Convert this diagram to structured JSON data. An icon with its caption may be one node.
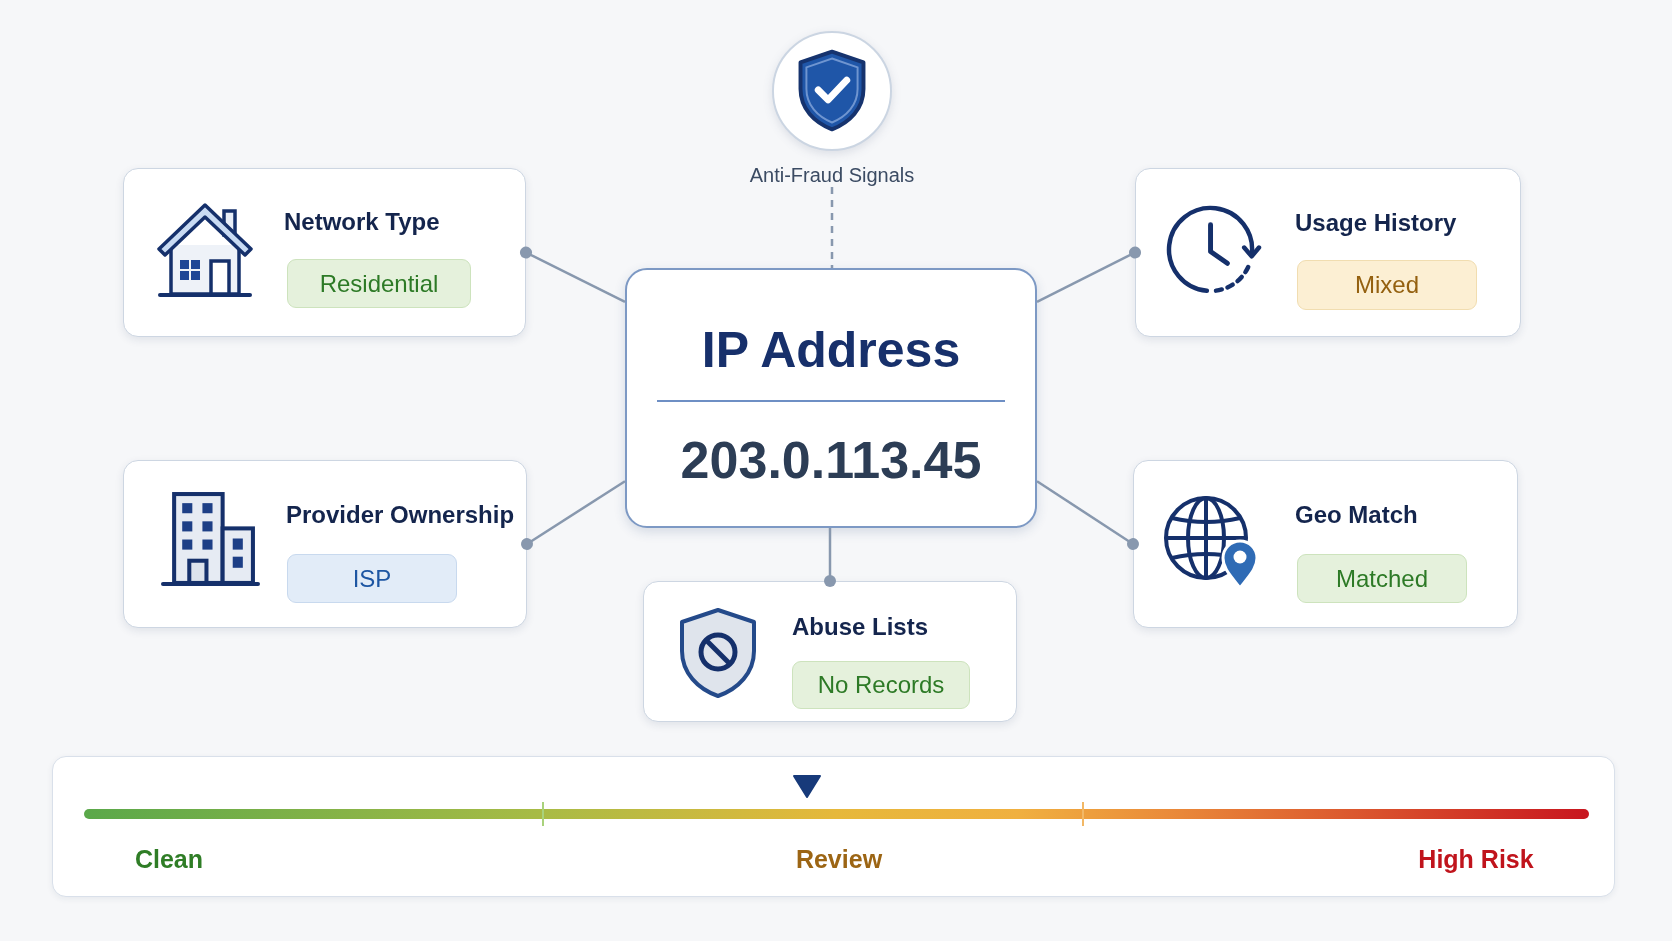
{
  "diagram": {
    "nodes": [
      {
        "text": [
          "Anti-Fraud Signals"
        ]
      },
      {
        "text": [
          "Network Type"
        ]
      },
      {
        "text": [
          "Residential"
        ],
        "in": 1
      },
      {
        "text": [
          "Usage History"
        ]
      },
      {
        "text": [
          "Mixed"
        ],
        "in": 3
      },
      {
        "text": [
          "IP Address",
          "203.0.113.45"
        ]
      },
      {
        "text": [
          "Provider Ownership"
        ]
      },
      {
        "text": [
          "ISP"
        ],
        "in": 6
      },
      {
        "text": [
          "Geo Match"
        ]
      },
      {
        "text": [
          "Matched"
        ],
        "in": 8
      },
      {
        "text": [
          "Abuse Lists"
        ]
      },
      {
        "text": [
          "No Records"
        ],
        "in": 10
      },
      {
        "text": [
          "Clean",
          "Review",
          "High Risk"
        ]
      }
    ],
    "edges": [
      {
        "from": 0,
        "to": 5,
        "arrow": "none",
        "style": "dashed"
      },
      {
        "from": 5,
        "to": 1,
        "arrow": "other"
      },
      {
        "from": 5,
        "to": 3,
        "arrow": "other"
      },
      {
        "from": 5,
        "to": 6,
        "arrow": "other"
      },
      {
        "from": 5,
        "to": 8,
        "arrow": "other"
      },
      {
        "from": 5,
        "to": 10,
        "arrow": "other"
      }
    ]
  }
}
